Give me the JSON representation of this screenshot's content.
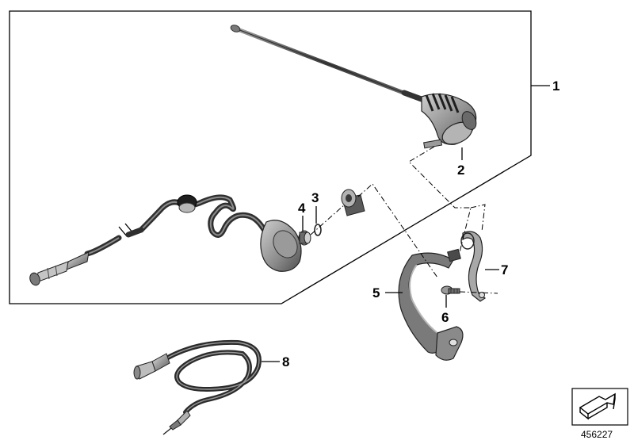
{
  "callouts": {
    "c1": "1",
    "c2": "2",
    "c3": "3",
    "c4": "4",
    "c5": "5",
    "c6": "6",
    "c7": "7",
    "c8": "8"
  },
  "image_reference": "456227",
  "colors": {
    "line": "#000000",
    "part_dark": "#4a4a4a",
    "part_mid": "#8a8a8a",
    "part_light": "#c8c8c8",
    "background": "#ffffff"
  }
}
